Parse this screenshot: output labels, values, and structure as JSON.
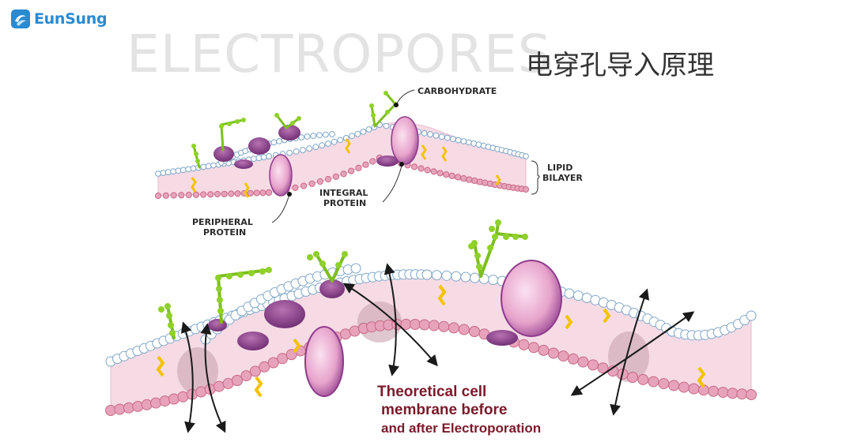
{
  "logo": {
    "text": "EunSung"
  },
  "title": {
    "english": "ELECTROPORES",
    "chinese": "电穿孔导入原理"
  },
  "diagram": {
    "labels": {
      "carbohydrate": "CARBOHYDRATE",
      "lipid": "LIPID",
      "bilayer": "BILAYER",
      "integral_1": "INTEGRAL",
      "integral_2": "PROTEIN",
      "peripheral_1": "PERIPHERAL",
      "peripheral_2": "PROTEIN"
    },
    "caption": {
      "line1": "Theoretical cell",
      "line2": "membrane before",
      "line3": "and after Electroporation"
    }
  },
  "colors": {
    "brand_blue": "#2a8ad2",
    "lipid_head_white": "#ffffff",
    "lipid_head_blue_outline": "#7fa6c8",
    "lipid_head_pink": "#c96a86",
    "membrane_core": "#f6dbe5",
    "protein_purple": "#8e3b8c",
    "protein_light": "#f4c3e0",
    "carbohydrate_green": "#7dbf1f",
    "cholesterol_yellow": "#f2c300",
    "caption_color": "#7a1a2a"
  }
}
